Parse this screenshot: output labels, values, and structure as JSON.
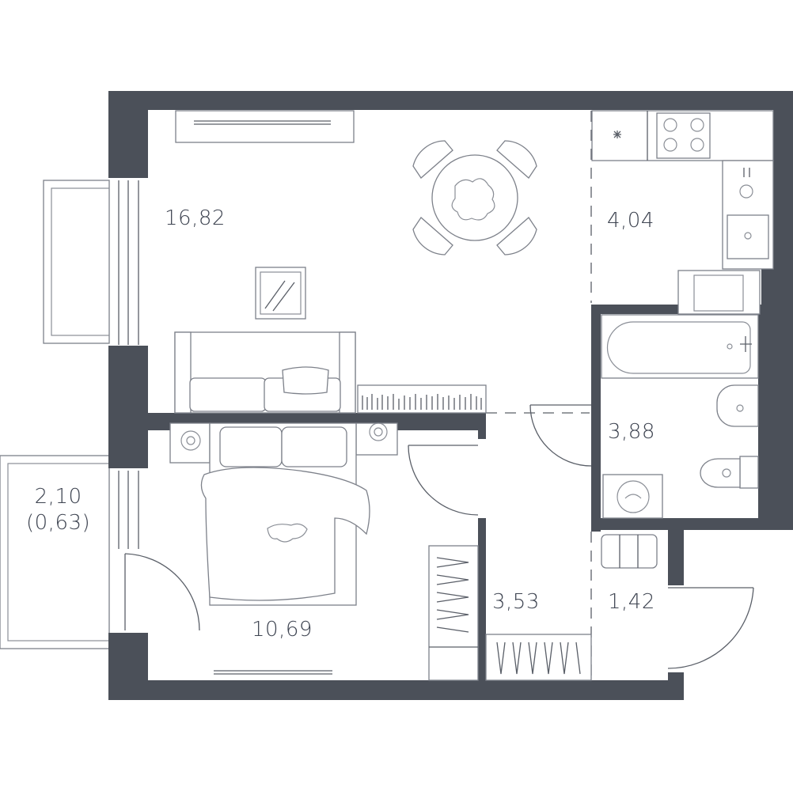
{
  "rooms": {
    "living": {
      "area": "16,82"
    },
    "kitchen": {
      "area": "4,04"
    },
    "bathroom": {
      "area": "3,88"
    },
    "bedroom": {
      "area": "10,69"
    },
    "hall": {
      "area": "3,53"
    },
    "entry": {
      "area": "1,42"
    },
    "balcony": {
      "area": "2,10",
      "reduced_area": "(0,63)"
    }
  },
  "colors": {
    "wall": "#4b5059",
    "fixture_line": "#7d818a",
    "label": "#3d4350"
  }
}
